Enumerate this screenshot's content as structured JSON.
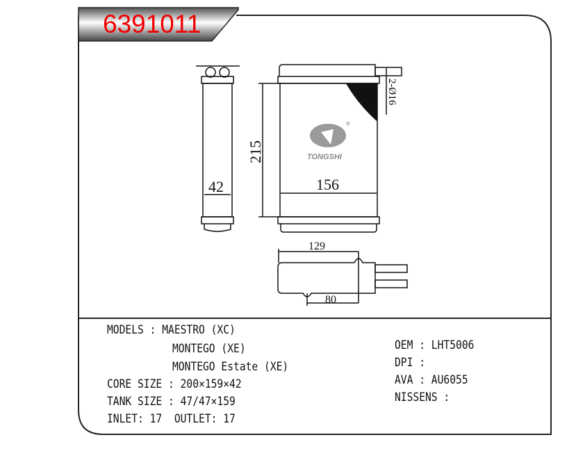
{
  "header": {
    "part_number": "6391011"
  },
  "drawing": {
    "dim_width_side": "42",
    "dim_height": "215",
    "dim_width_core": "156",
    "dim_pipe": "2-Ø16",
    "dim_bottom_total": "129",
    "dim_bottom_hole": "80",
    "logo_text": "TONGSHI",
    "logo_mark": "®"
  },
  "specs": {
    "models_label": "MODELS : MAESTRO (XC)",
    "models_2": "MONTEGO (XE)",
    "models_3": "MONTEGO Estate (XE)",
    "core_size": "CORE SIZE : 200×159×42",
    "tank_size": "TANK SIZE : 47/47×159",
    "inlet_outlet": "INLET: 17  OUTLET: 17",
    "oem": "OEM : LHT5006",
    "dpi": "DPI :",
    "ava": "AVA : AU6055",
    "nissens": "NISSENS :"
  },
  "colors": {
    "title": "#f00000"
  }
}
